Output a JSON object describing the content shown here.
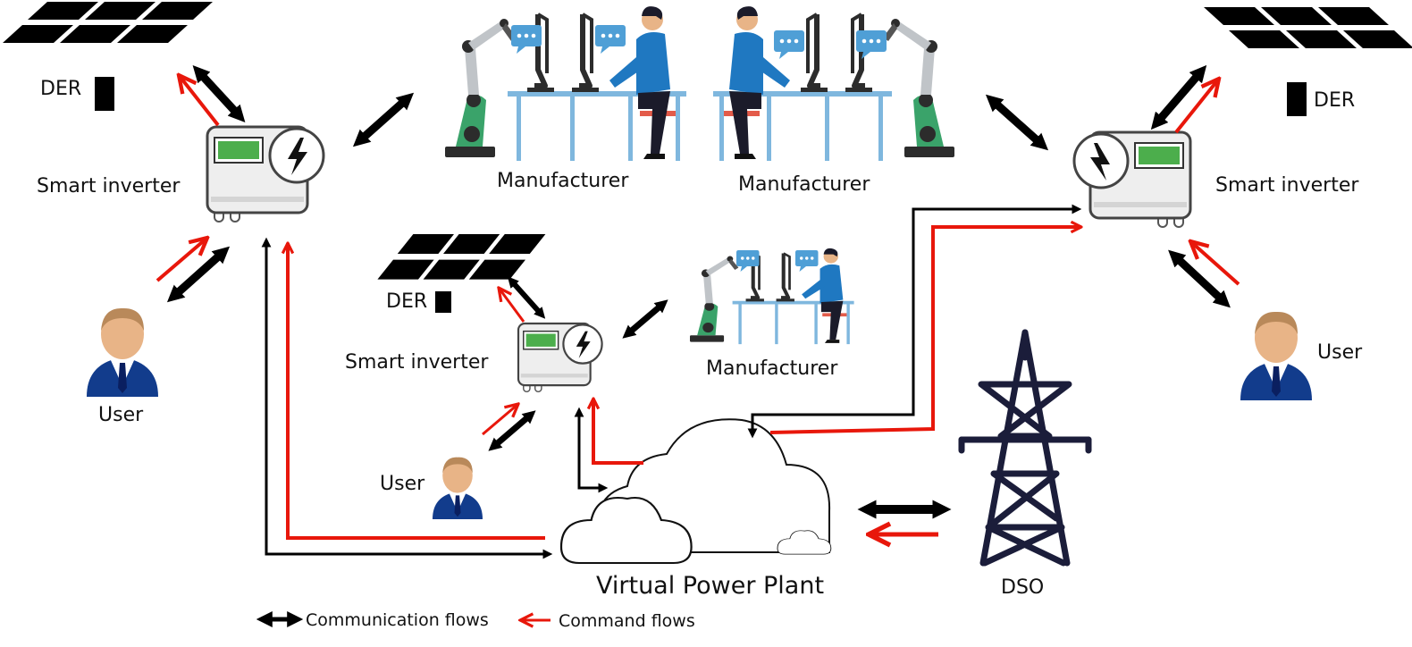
{
  "labels": {
    "der_top_left": "DER",
    "der_top_right": "DER",
    "der_middle": "DER",
    "inverter_left": "Smart inverter",
    "inverter_right": "Smart inverter",
    "inverter_middle": "Smart inverter",
    "manufacturer_left": "Manufacturer",
    "manufacturer_right": "Manufacturer",
    "manufacturer_middle": "Manufacturer",
    "user_left": "User",
    "user_right": "User",
    "user_middle": "User",
    "vpp": "Virtual Power Plant",
    "dso": "DSO"
  },
  "legend": {
    "communication": "Communication flows",
    "command": "Command flows"
  },
  "colors": {
    "communication": "#000000",
    "command": "#e8170b",
    "screen": "#4cae4c",
    "robot": "#3aa36a",
    "shirt": "#1f78c1",
    "bubble": "#4f9fd6",
    "tower": "#1b1d3a",
    "user_suit": "#123c8c"
  }
}
